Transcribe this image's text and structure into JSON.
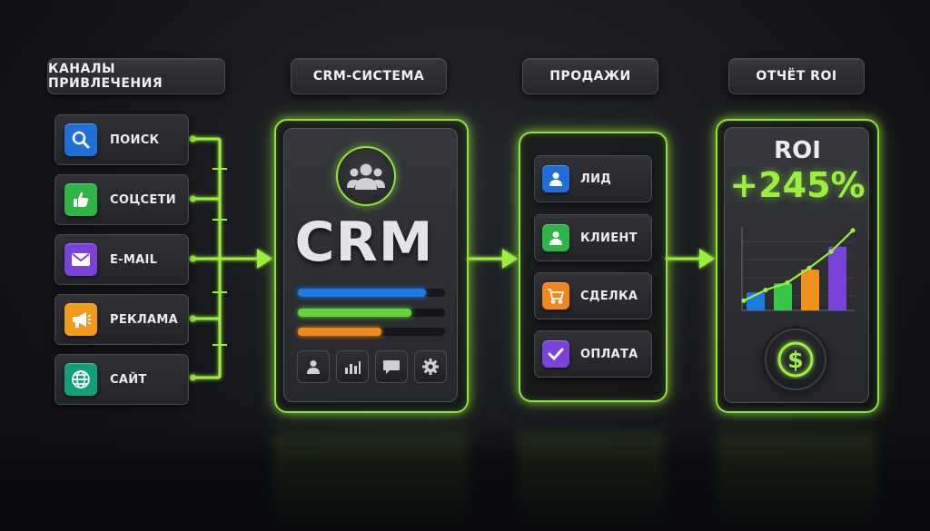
{
  "headers": {
    "channels": "КАНАЛЫ ПРИВЛЕЧЕНИЯ",
    "crm": "CRM-СИСТЕМА",
    "sales": "ПРОДАЖИ",
    "roi": "ОТЧЁТ ROI"
  },
  "channels": [
    {
      "label": "ПОИСК",
      "icon": "search-icon",
      "color": "#1f6fd6"
    },
    {
      "label": "СОЦСЕТИ",
      "icon": "thumbs-up-icon",
      "color": "#2fb545"
    },
    {
      "label": "E-MAIL",
      "icon": "mail-icon",
      "color": "#7a42d8"
    },
    {
      "label": "РЕКЛАМА",
      "icon": "megaphone-icon",
      "color": "#f29a1c"
    },
    {
      "label": "САЙТ",
      "icon": "globe-icon",
      "color": "#12a07a"
    }
  ],
  "crm": {
    "word": "CRM",
    "progress": [
      {
        "color": "#1e7ae0",
        "fill": 0.87
      },
      {
        "color": "#62d43a",
        "fill": 0.77
      },
      {
        "color": "#f08a1e",
        "fill": 0.57
      }
    ],
    "buttons": [
      "user-icon",
      "bar-chart-icon",
      "chat-icon",
      "gear-icon"
    ]
  },
  "sales": [
    {
      "label": "ЛИД",
      "icon": "user-icon",
      "color": "#1f6fd6"
    },
    {
      "label": "КЛИЕНТ",
      "icon": "user-icon",
      "color": "#2fb545"
    },
    {
      "label": "СДЕЛКА",
      "icon": "cart-icon",
      "color": "#f2851c"
    },
    {
      "label": "ОПЛАТА",
      "icon": "checkmark-icon",
      "color": "#7a42d8"
    }
  ],
  "roi": {
    "title": "ROI",
    "value": "+245%",
    "bars": [
      {
        "color": "#1e7ae0",
        "value": 0.22
      },
      {
        "color": "#39c44a",
        "value": 0.33
      },
      {
        "color": "#f0901e",
        "value": 0.5
      },
      {
        "color": "#7a42d8",
        "value": 0.78
      }
    ],
    "trend": [
      0.12,
      0.25,
      0.34,
      0.52,
      0.72,
      0.98
    ],
    "accent": "#9af03c"
  }
}
